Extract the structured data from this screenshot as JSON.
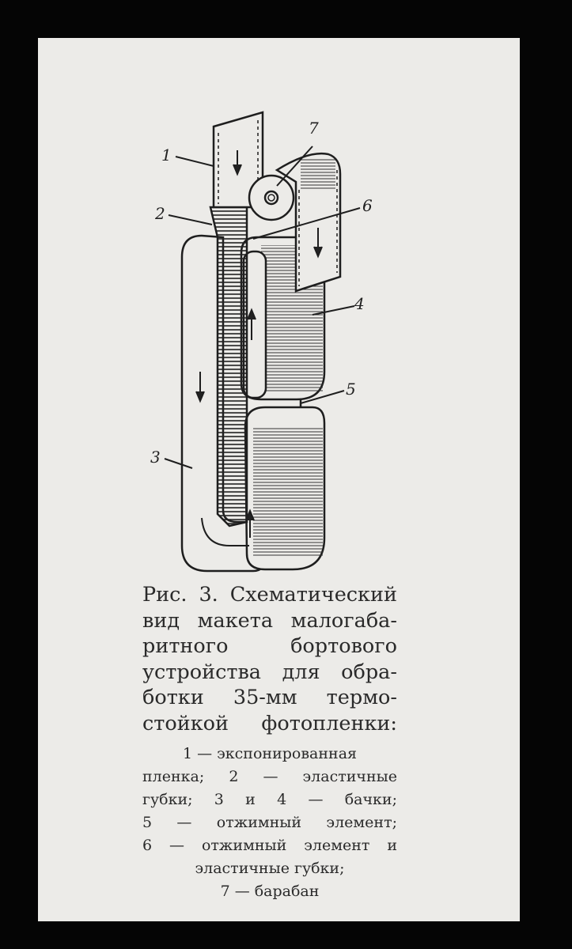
{
  "figure": {
    "callouts": [
      "1",
      "2",
      "3",
      "4",
      "5",
      "6",
      "7"
    ],
    "caption_lines": [
      "Рис. 3. Схематический",
      "вид макета малогаба-",
      "ритного бортового",
      "устройства для обра-",
      "ботки 35-мм термо-",
      "стойкой фотопленки:"
    ],
    "legend_lines": [
      "1 — экспонированная",
      "пленка; 2 — эластичные",
      "губки; 3 и 4 — бачки;",
      "5 — отжимный элемент;",
      "6 — отжимный элемент и",
      "эластичные губки;",
      "7 — барабан"
    ]
  },
  "colors": {
    "background": "#050505",
    "paper": "#ecebe8",
    "ink": "#222222"
  }
}
